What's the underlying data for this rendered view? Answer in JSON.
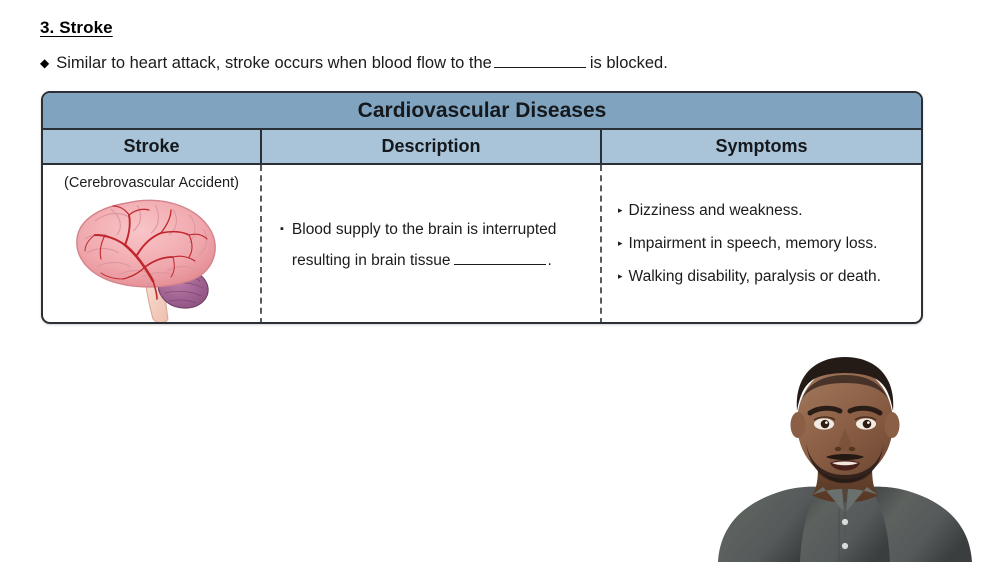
{
  "slide": {
    "title": "3. Stroke",
    "lead": {
      "bullet": "◆",
      "text_before": "Similar to heart attack, stroke occurs when blood flow to the",
      "text_after": "is blocked."
    }
  },
  "table": {
    "title": "Cardiovascular Diseases",
    "columns": [
      "Stroke",
      "Description",
      "Symptoms"
    ],
    "row": {
      "stroke": {
        "subtitle": "(Cerebrovascular Accident)",
        "image_alt": "human-brain-lateral-view"
      },
      "description": {
        "bullet": "▪",
        "text_before": "Blood supply to the brain is interrupted resulting in brain tissue",
        "text_after": "."
      },
      "symptoms": {
        "bullet": "▸",
        "items": [
          "Dizziness and weakness.",
          "Impairment in speech, memory loss.",
          "Walking disability, paralysis or death."
        ]
      }
    }
  },
  "colors": {
    "title_band": "#80a4c0",
    "header_band": "#a9c4d8",
    "border": "#2b2f36",
    "text": "#1b1b1b",
    "brain_cortex": "#f0a8ad",
    "brain_artery": "#c0272d",
    "cerebellum": "#9b5e8c",
    "brainstem": "#f3cfc4",
    "shirt": "#5a5f5e"
  }
}
